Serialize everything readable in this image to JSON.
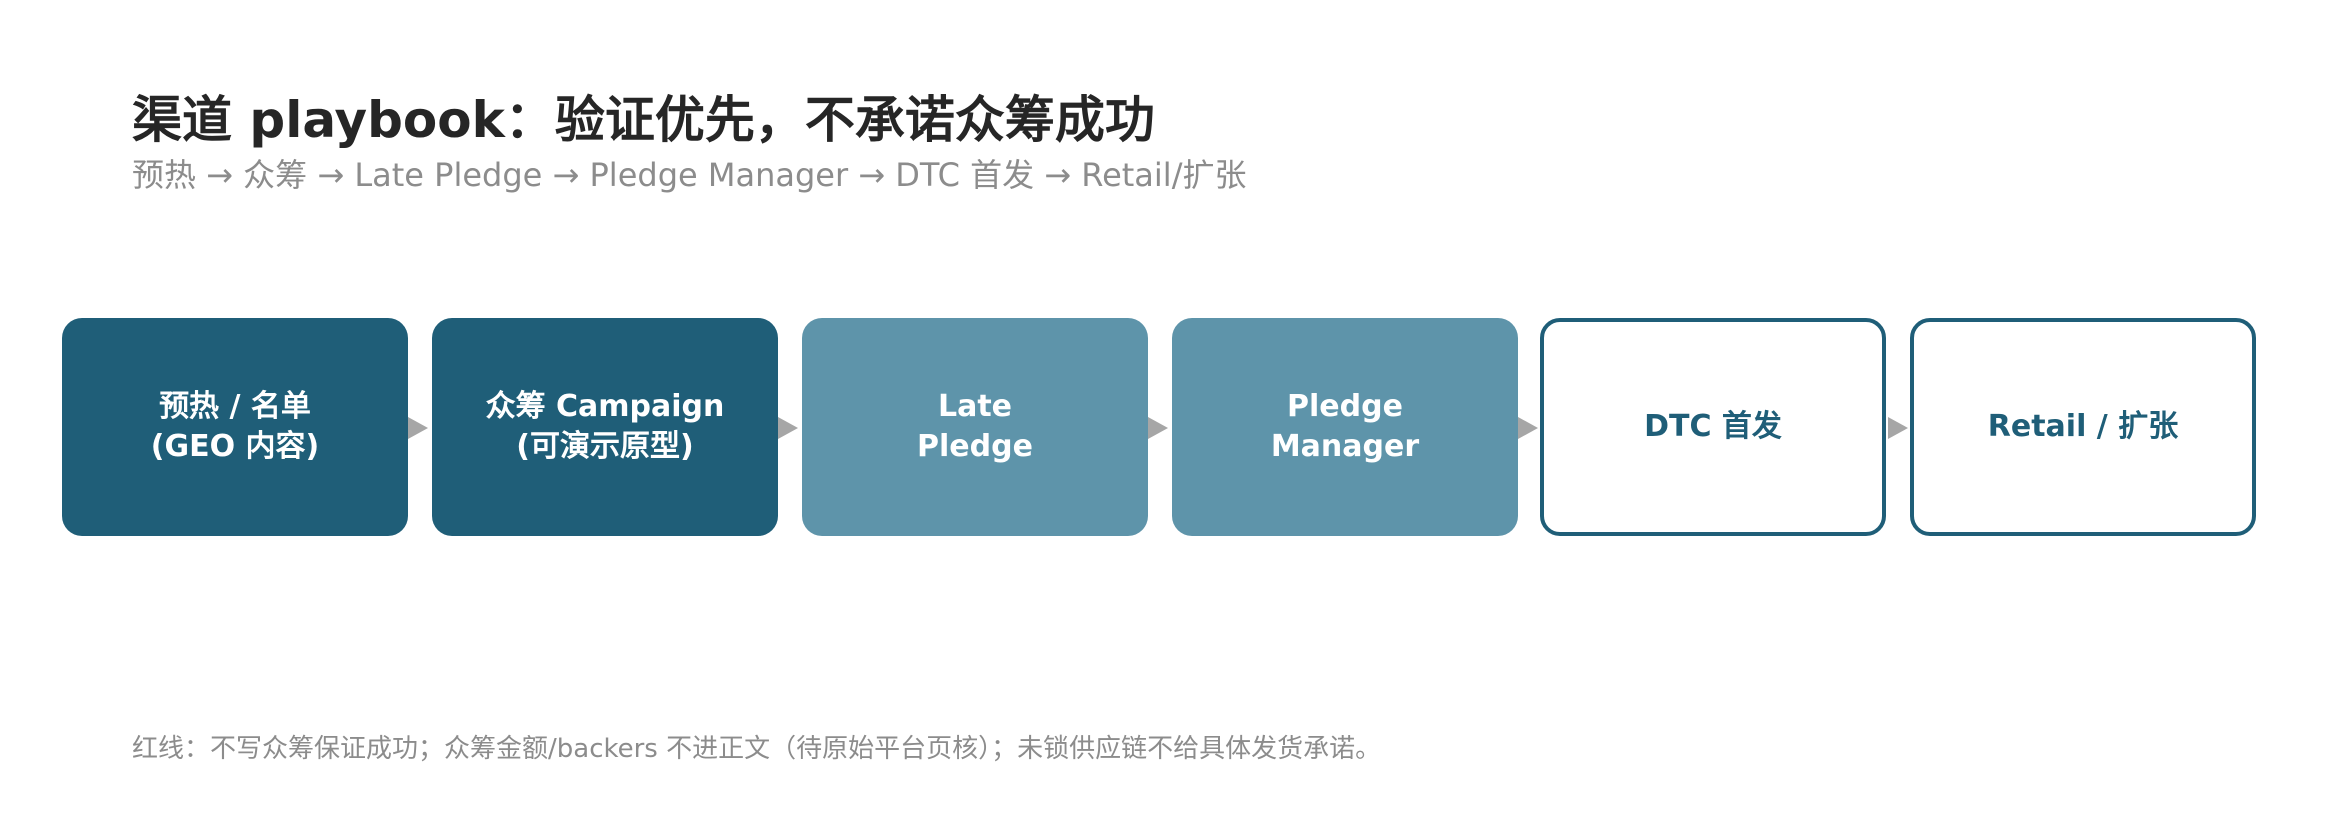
{
  "header": {
    "title": "渠道 playbook：验证优先，不承诺众筹成功",
    "subtitle": "预热 → 众筹 → Late Pledge → Pledge Manager → DTC 首发 → Retail/扩张"
  },
  "flow": {
    "steps": [
      {
        "line1": "预热 / 名单",
        "line2": "(GEO 内容)",
        "style": "dark"
      },
      {
        "line1": "众筹 Campaign",
        "line2": "(可演示原型)",
        "style": "dark"
      },
      {
        "line1": "Late",
        "line2": "Pledge",
        "style": "mid"
      },
      {
        "line1": "Pledge",
        "line2": "Manager",
        "style": "mid"
      },
      {
        "line1": "DTC 首发",
        "line2": "",
        "style": "outline"
      },
      {
        "line1": "Retail / 扩张",
        "line2": "",
        "style": "outline"
      }
    ],
    "connector_icon": "right-triangle-arrow"
  },
  "footnote": "红线：不写众筹保证成功；众筹金额/backers 不进正文（待原始平台页核）；未锁供应链不给具体发货承诺。",
  "colors": {
    "dark_step": "#1f5e78",
    "mid_step": "#5e94aa",
    "outline_step_border": "#1f5e78",
    "arrow": "#a6a6a6",
    "title": "#262626",
    "muted_text": "#8c8c8c"
  }
}
